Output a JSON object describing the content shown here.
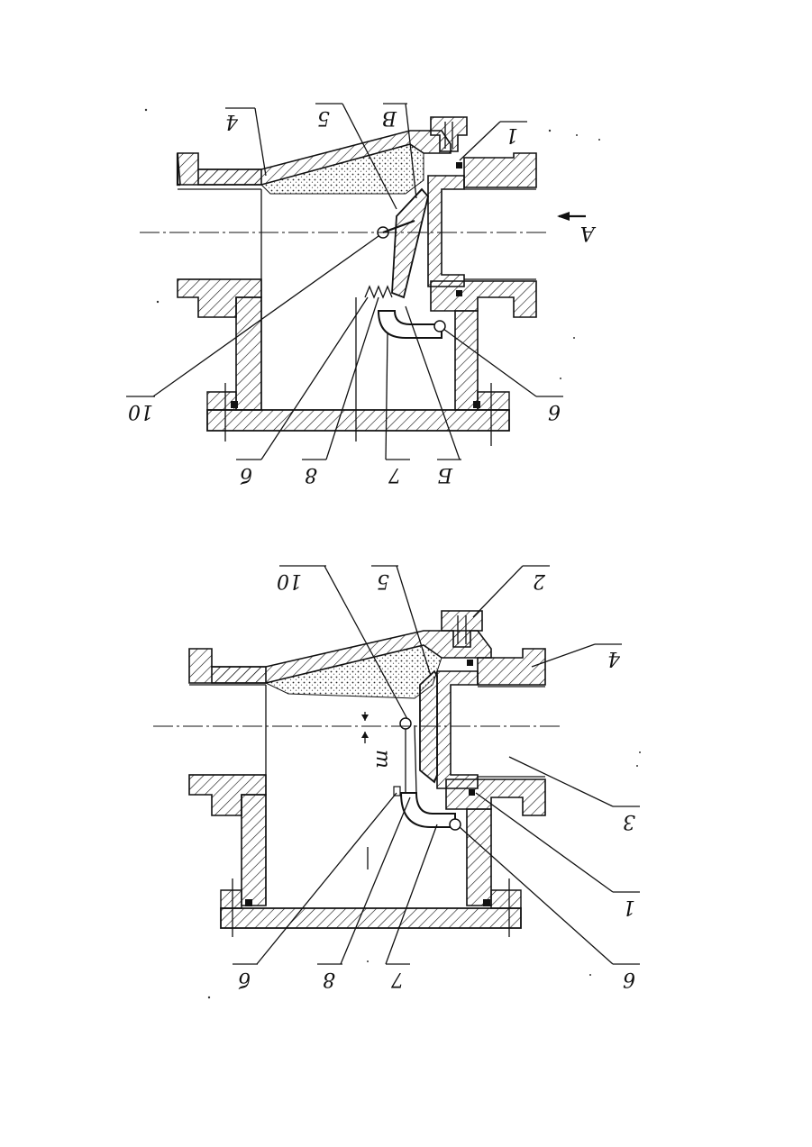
{
  "figure_top": {
    "labels": [
      "4",
      "5",
      "В",
      "1",
      "А",
      "10",
      "б",
      "8",
      "7",
      "Б",
      "6"
    ]
  },
  "figure_bottom": {
    "labels": [
      "10",
      "5",
      "2",
      "4",
      "3",
      "1",
      "6",
      "7",
      "8",
      "б",
      "m"
    ]
  }
}
